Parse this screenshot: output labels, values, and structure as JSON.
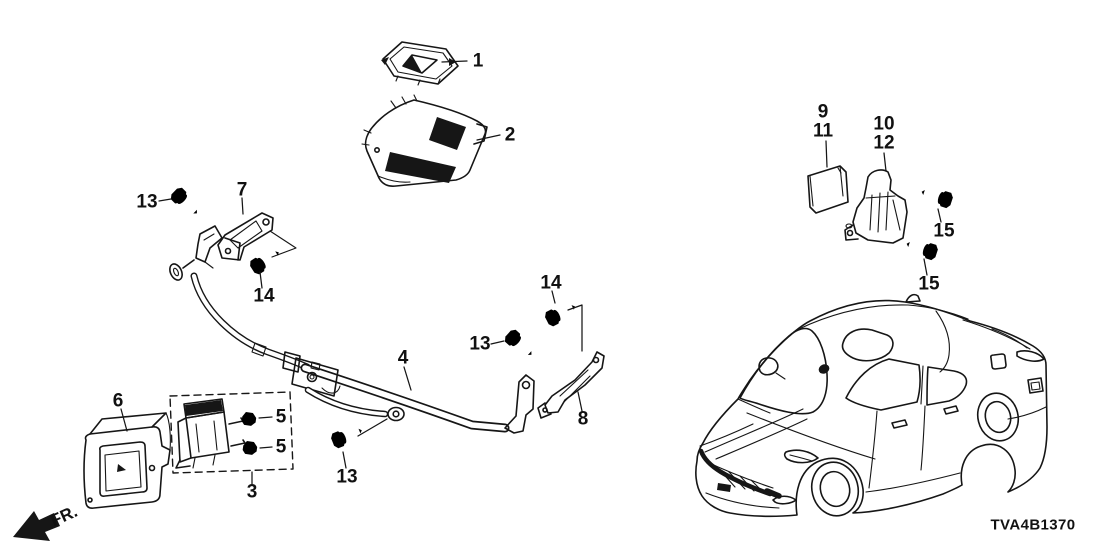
{
  "diagram": {
    "code": "TVA4B1370",
    "fr_label": "FR.",
    "line_color": "#161616",
    "background_color": "#ffffff",
    "callouts": [
      {
        "ref": "1"
      },
      {
        "ref": "2"
      },
      {
        "ref": "13"
      },
      {
        "ref": "7"
      },
      {
        "ref": "14"
      },
      {
        "ref": "4"
      },
      {
        "ref": "14"
      },
      {
        "ref": "13"
      },
      {
        "ref": "8"
      },
      {
        "ref": "6"
      },
      {
        "ref": "5"
      },
      {
        "ref": "5"
      },
      {
        "ref": "3"
      },
      {
        "ref": "13"
      },
      {
        "ref": "9"
      },
      {
        "ref": "11"
      },
      {
        "ref": "10"
      },
      {
        "ref": "12"
      },
      {
        "ref": "15"
      },
      {
        "ref": "15"
      }
    ]
  }
}
